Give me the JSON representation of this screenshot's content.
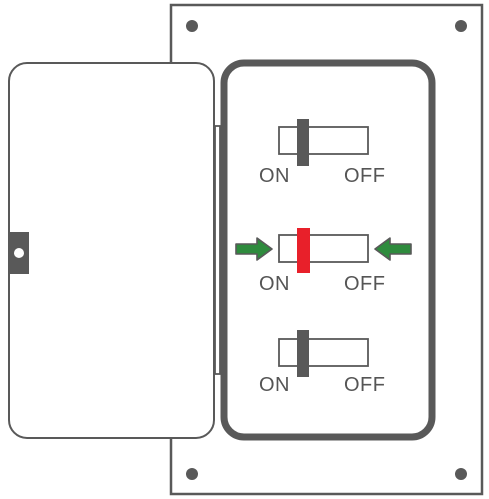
{
  "panel": {
    "colors": {
      "outline": "#595959",
      "fill": "#ffffff",
      "screw": "#595959",
      "lever_normal": "#595959",
      "lever_tripped": "#e8202a",
      "arrow": "#2e8b3d",
      "label": "#555555"
    },
    "breakers": [
      {
        "on_label": "ON",
        "off_label": "OFF",
        "state": "on",
        "highlighted": false
      },
      {
        "on_label": "ON",
        "off_label": "OFF",
        "state": "tripped",
        "highlighted": true
      },
      {
        "on_label": "ON",
        "off_label": "OFF",
        "state": "on",
        "highlighted": false
      }
    ],
    "screws": [
      "screw-top-left",
      "screw-top-right",
      "screw-bottom-left",
      "screw-bottom-right"
    ]
  }
}
